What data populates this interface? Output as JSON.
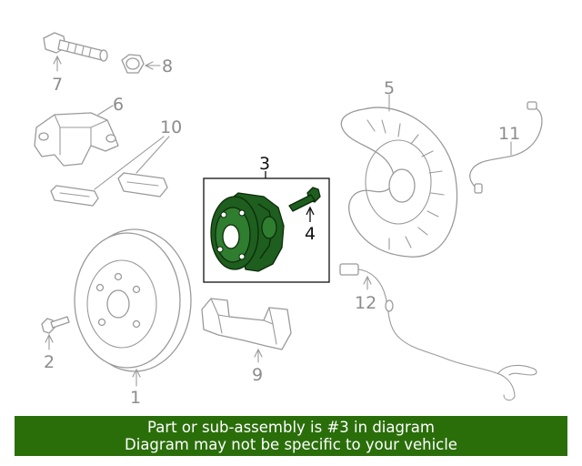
{
  "callouts": {
    "c1": "1",
    "c2": "2",
    "c3": "3",
    "c4": "4",
    "c5": "5",
    "c6": "6",
    "c7": "7",
    "c8": "8",
    "c9": "9",
    "c10": "10",
    "c11": "11",
    "c12": "12"
  },
  "highlight": {
    "part_number": "3",
    "color": "#1e5e1e"
  },
  "banner": {
    "line1": "Part or sub-assembly is #3 in diagram",
    "line2": "Diagram may not be specific to your vehicle",
    "background": "#2a6e0a"
  }
}
